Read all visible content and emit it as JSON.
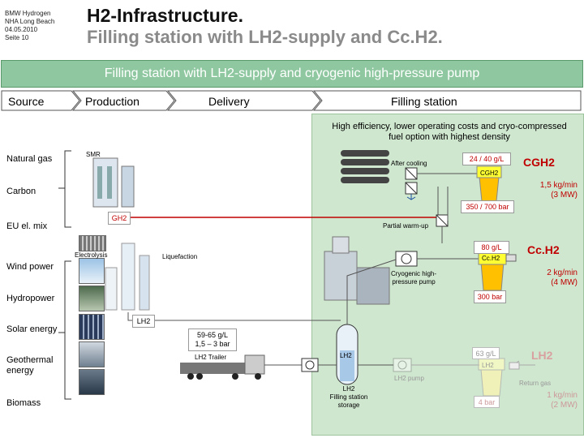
{
  "header": {
    "meta_lines": [
      "BMW Hydrogen",
      "NHA Long Beach",
      "04.05.2010",
      "Seite 10"
    ],
    "title_line1": "H2-Infrastructure.",
    "title_line2": "Filling station with LH2-supply and Cc.H2."
  },
  "banner": "Filling station with LH2-supply and cryogenic high-pressure pump",
  "stages": {
    "source": "Source",
    "production": "Production",
    "delivery": "Delivery",
    "filling_station": "Filling station"
  },
  "efficiency_note": "High efficiency, lower operating costs and cryo-compressed fuel option with highest density",
  "sources": [
    "Natural gas",
    "Carbon",
    "EU el. mix",
    "Wind power",
    "Hydropower",
    "Solar energy",
    "Geothermal energy",
    "Biomass"
  ],
  "production": {
    "smr": "SMR",
    "gh2": "GH2",
    "electrolysis": "Electrolysis",
    "liquefaction": "Liquefaction",
    "lh2": "LH2"
  },
  "delivery": {
    "density": "59-65 g/L",
    "capacity": "1,5 – 3 bar",
    "trailer": "LH2 Trailer"
  },
  "station": {
    "after_cooling": "After cooling",
    "cgh2_density": "24 / 40 g/L",
    "cgh2_tank": "CGH2",
    "cgh2_big": "CGH2",
    "cgh2_rate": "1,5 kg/min",
    "cgh2_power": "(3 MW)",
    "cgh2_pressure": "350 / 700 bar",
    "partial_warm_up": "Partial warm-up",
    "cch2_density": "80 g/L",
    "cch2_tank": "Cc.H2",
    "cch2_big": "Cc.H2",
    "cryo_pump": "Cryogenic high-pressure pump",
    "cch2_rate": "2 kg/min",
    "cch2_power": "(4 MW)",
    "cch2_pressure": "300 bar",
    "lh2_density": "63 g/L",
    "lh2_tank": "LH2",
    "lh2_big": "LH2",
    "lh2_pump": "LH2 pump",
    "return_gas": "Return gas",
    "lh2_rate": "1 kg/min",
    "lh2_power": "(2 MW)",
    "lh2_pressure": "4 bar",
    "storage_label": "LH2",
    "storage_line2": "Filling station",
    "storage_line3": "storage",
    "storage_tank_label": "LH2"
  },
  "colors": {
    "banner": "#8fc8a0",
    "panel": "#cfe6cf",
    "accent_red": "#c00000",
    "tank_yellow": "#ffff33",
    "cryo_blue": "#a8c8e8"
  }
}
